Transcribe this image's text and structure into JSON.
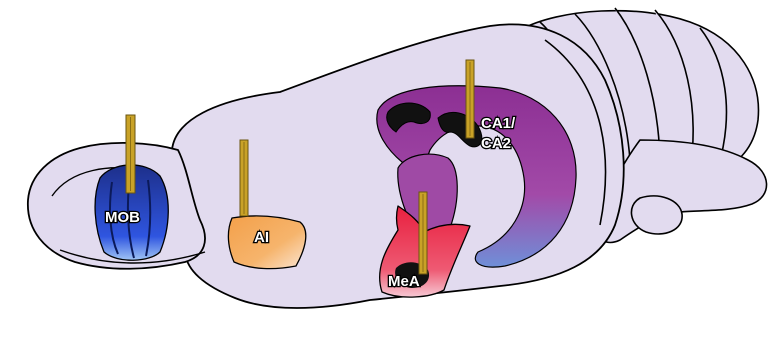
{
  "regions": {
    "mob": {
      "label": "MOB",
      "color": "#2a4ed6"
    },
    "ai": {
      "label": "AI",
      "color": "#f2a64e"
    },
    "ca": {
      "label_line1": "CA1/",
      "label_line2": "CA2",
      "color": "#9a3f9e"
    },
    "mea": {
      "label": "MeA",
      "color": "#e8244c"
    }
  },
  "colors": {
    "brain_fill": "#e2dbef",
    "outline": "#000000",
    "electrode": "#c9a227"
  },
  "electrodes": [
    "mob",
    "ai",
    "ca",
    "mea"
  ]
}
